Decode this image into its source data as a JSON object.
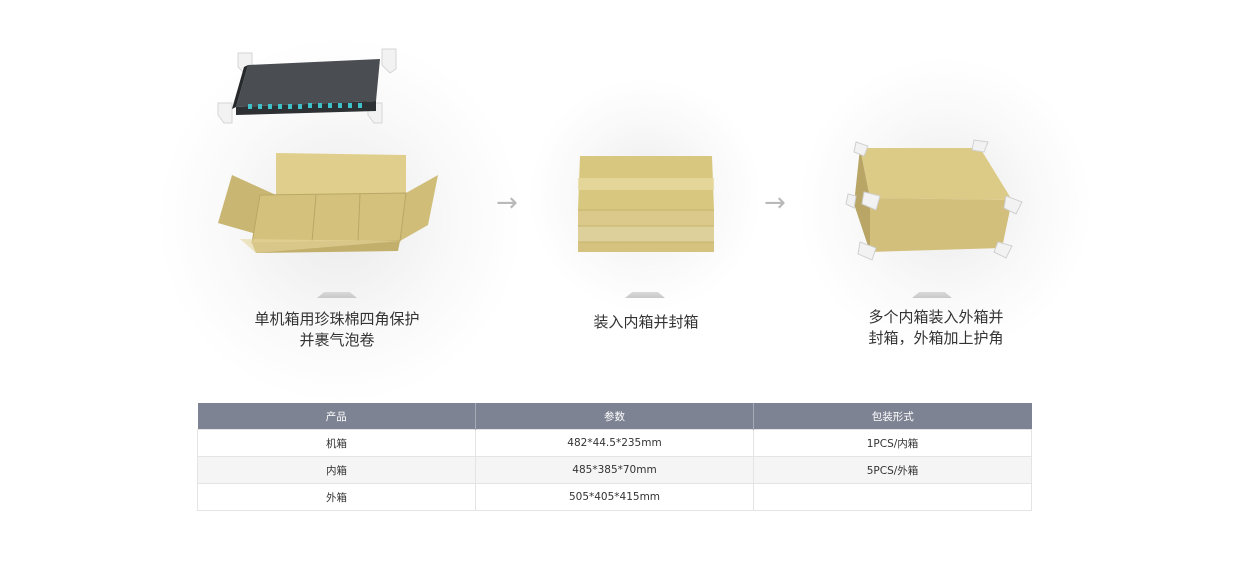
{
  "steps": [
    {
      "caption_lines": [
        "单机箱用珍珠棉四角保护",
        "并裹气泡卷"
      ],
      "icon": "open-carton-with-chassis"
    },
    {
      "caption_lines": [
        "装入内箱并封箱"
      ],
      "icon": "sealed-inner-boxes"
    },
    {
      "caption_lines": [
        "多个内箱装入外箱并",
        "封箱，外箱加上护角"
      ],
      "icon": "outer-carton-with-corners"
    }
  ],
  "arrow_glyph": "→",
  "table": {
    "headers": [
      "产品",
      "参数",
      "包装形式"
    ],
    "rows": [
      [
        "机箱",
        "482*44.5*235mm",
        "1PCS/内箱"
      ],
      [
        "内箱",
        "485*385*70mm",
        "5PCS/外箱"
      ],
      [
        "外箱",
        "505*405*415mm",
        ""
      ]
    ]
  },
  "colors": {
    "header_bg": "#7d8393",
    "carton": "#d6c47f",
    "chassis": "#3a3d40",
    "port": "#3fc1c9"
  }
}
